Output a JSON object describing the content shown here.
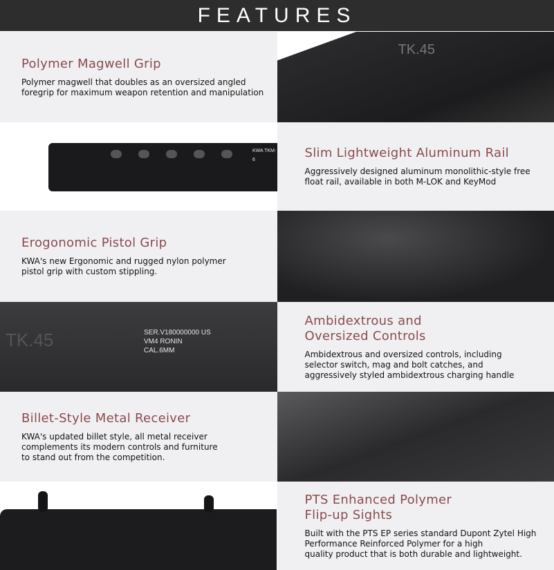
{
  "header": {
    "title": "FEATURES"
  },
  "features": [
    {
      "title": "Polymer Magwell Grip",
      "desc": "Polymer magwell that doubles as an oversized angled\nforegrip for maximum weapon retention and manipulation"
    },
    {
      "title": "Slim Lightweight Aluminum Rail",
      "desc": "Aggressively designed aluminum monolithic-style free\nfloat rail, available in both M-LOK and KeyMod"
    },
    {
      "title": "Erogonomic Pistol Grip",
      "desc": "KWA's new Ergonomic and rugged nylon polymer\npistol grip with custom stippling."
    },
    {
      "title": "Ambidextrous and\nOversized Controls",
      "desc": "Ambidextrous and oversized controls, including\nselector switch, mag and bolt catches, and\naggressively styled ambidextrous charging handle"
    },
    {
      "title": "Billet-Style Metal Receiver",
      "desc": "KWA's updated billet style, all metal receiver\ncomplements its modern controls and furniture\nto stand out from the competition."
    },
    {
      "title": "PTS Enhanced Polymer\nFlip-up Sights",
      "desc": "Built with the PTS EP series standard Dupont Zytel High\nPerformance Reinforced Polymer for a high\nquality product that is both durable and lightweight."
    }
  ],
  "engraving": {
    "markings": "SER.V180000000 US\nVM4 RONIN\nCAL.6MM",
    "model": "TK.45",
    "rail_mark": "KWA TKM-6"
  },
  "colors": {
    "header_bg": "#2d2d2d",
    "title": "#8a4b4e",
    "panel_bg": "#f0f0f2"
  }
}
